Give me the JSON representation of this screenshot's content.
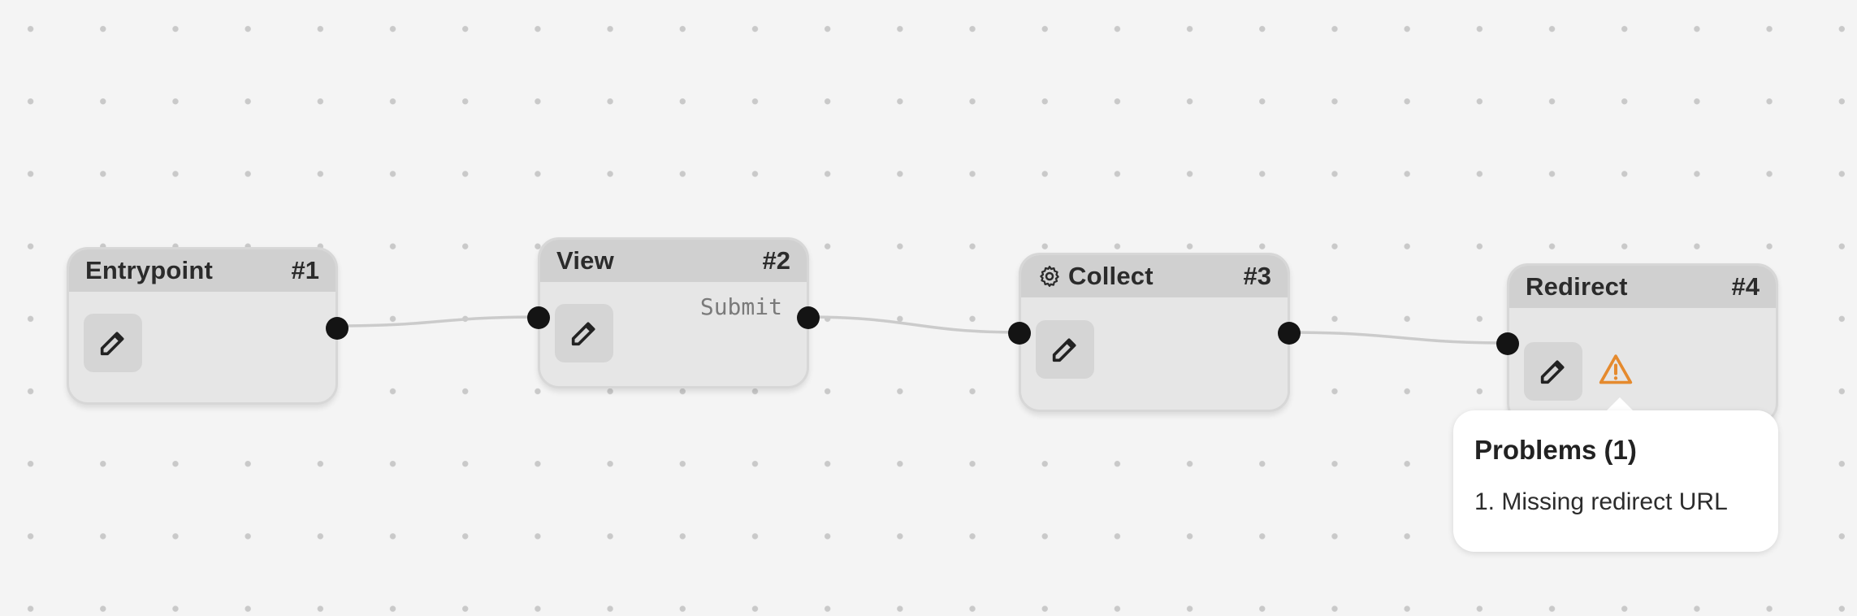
{
  "nodes": [
    {
      "title": "Entrypoint",
      "number": "#1",
      "icon": "pencil-icon"
    },
    {
      "title": "View",
      "number": "#2",
      "output_label": "Submit",
      "icon": "pencil-icon"
    },
    {
      "title": "Collect",
      "number": "#3",
      "title_icon": "gear-icon",
      "icon": "pencil-icon"
    },
    {
      "title": "Redirect",
      "number": "#4",
      "icon": "pencil-icon",
      "status_icon": "warning-icon",
      "status_color": "#e58a2e"
    }
  ],
  "problems": {
    "title": "Problems (1)",
    "items": [
      "1. Missing redirect URL"
    ]
  }
}
